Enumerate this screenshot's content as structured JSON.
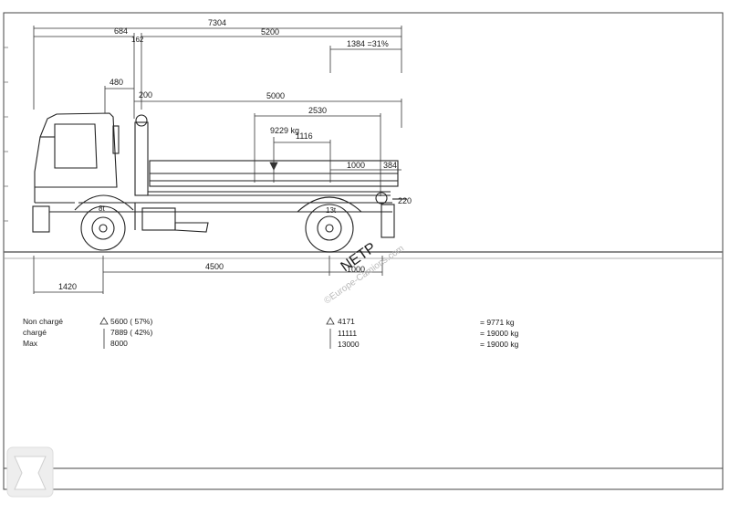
{
  "drawing": {
    "dimensions": {
      "overall_length": "7304",
      "front_overhang_to_body": "684",
      "gap_162": "162",
      "body_span": "5200",
      "rear_share": "1384 =31%",
      "cab_offset": "480",
      "pivot_offset": "200",
      "platform_length": "5000",
      "load_span": "2530",
      "load_weight": "9229 kg",
      "cg_offset": "1116",
      "rear_1000": "1000",
      "rear_384": "384",
      "rear_220": "220",
      "front_tyre": "8t",
      "rear_tyre": "13t",
      "front_overhang": "1420",
      "wheelbase": "4500",
      "rear_axle_1000": "1000"
    },
    "watermark": "©Europe-Camions.com",
    "watermark_logo": "NETP"
  },
  "weights": {
    "rows": [
      {
        "label": "Non chargé",
        "front": "5600 ( 57%)",
        "rear": "4171",
        "total": "= 9771 kg"
      },
      {
        "label": "chargé",
        "front": "7889 ( 42%)",
        "rear": "11111",
        "total": "= 19000 kg"
      },
      {
        "label": "Max",
        "front": "8000",
        "rear": "13000",
        "total": "= 19000 kg"
      }
    ]
  }
}
